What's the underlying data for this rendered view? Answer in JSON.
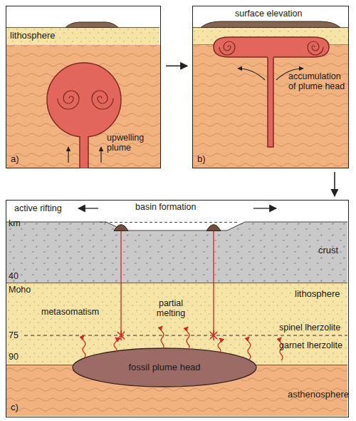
{
  "diagram": {
    "nodes": [
      {
        "text": [
          "a)"
        ]
      },
      {
        "text": [
          "lithosphere"
        ],
        "in": 0
      },
      {
        "text": [
          "b)"
        ]
      },
      {
        "text": [
          "c)"
        ]
      },
      {
        "text": [
          "crust"
        ],
        "in": 3
      },
      {
        "text": [
          "lithosphere"
        ],
        "in": 3
      },
      {
        "text": [
          "asthenosphere"
        ],
        "in": 3
      },
      {
        "text": [
          "fossil plume head"
        ],
        "in": 3
      }
    ],
    "edges": [
      {
        "from": 0,
        "to": 2,
        "arrow": "to"
      },
      {
        "from": 2,
        "to": 3,
        "arrow": "to"
      }
    ],
    "labels": [
      "upwelling plume",
      "surface elevation",
      "accumulation of plume head",
      "active rifting",
      "basin formation",
      "km",
      "40",
      "Moho",
      "metasomatism",
      "partial melting",
      "75",
      "spinel lherzolite",
      "90",
      "garnet lherzolite"
    ]
  }
}
